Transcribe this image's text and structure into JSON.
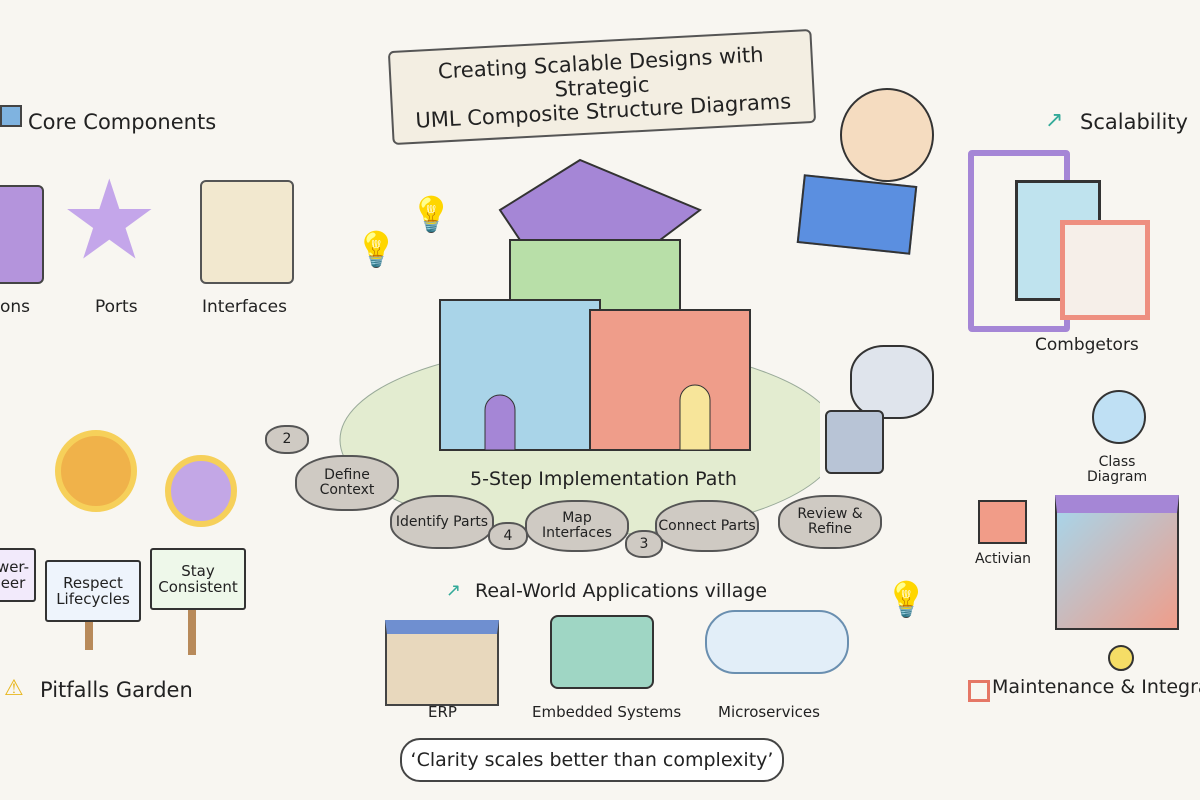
{
  "title": {
    "line1": "Creating Scalable Designs with Strategic",
    "line2": "UML Composite Structure Diagrams"
  },
  "core_components": {
    "heading": "Core Components",
    "items": [
      {
        "label": "ons",
        "icon": "puzzle-icon"
      },
      {
        "label": "Ports",
        "icon": "star-icon"
      },
      {
        "label": "Interfaces",
        "icon": "scroll-icon"
      }
    ]
  },
  "scalability": {
    "heading": "Scalability",
    "caption": "Combgetors"
  },
  "path": {
    "heading": "5-Step Implementation Path",
    "steps": [
      "Define Context",
      "Identify Parts",
      "Map Interfaces",
      "Connect Parts",
      "Review & Refine"
    ],
    "numbers": [
      "2",
      "4",
      "3"
    ]
  },
  "pitfalls": {
    "heading": "Pitfalls Garden",
    "signs": [
      "wer-\neer",
      "Respect Lifecycles",
      "Stay Consistent"
    ]
  },
  "applications": {
    "heading": "Real-World Applications village",
    "items": [
      "ERP",
      "Embedded Systems",
      "Microservices"
    ]
  },
  "maintenance": {
    "heading": "Maintenance & Integrat",
    "nodes": [
      "Class Diagram",
      "Activian"
    ]
  },
  "quote": "‘Clarity scales better than complexity’",
  "colors": {
    "purple": "#9b7fd4",
    "green": "#9fd49a",
    "blue": "#9cc8e6",
    "red": "#ee8f80",
    "yellow": "#f4d35e"
  }
}
